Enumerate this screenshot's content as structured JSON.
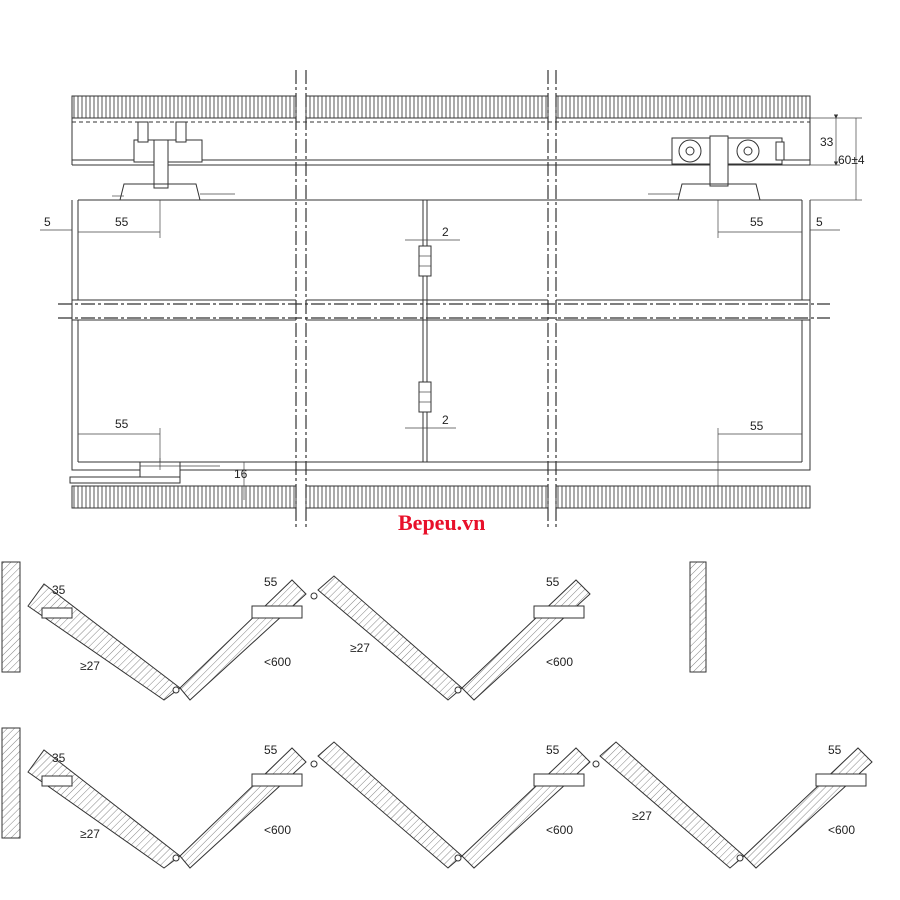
{
  "watermark": "Bepeu.vn",
  "elevation": {
    "dims": {
      "d33": "33",
      "d60": "60±4",
      "d5_left": "5",
      "d5_right": "5",
      "d55_top_left": "55",
      "d55_top_right": "55",
      "d55_bot_left": "55",
      "d55_bot_right": "55",
      "d2_top": "2",
      "d2_bot": "2",
      "d16": "16"
    }
  },
  "plan1": {
    "d35": "35",
    "d55_a": "55",
    "d55_b": "55",
    "ge27_a": "≥27",
    "ge27_b": "≥27",
    "lt600_a": "<600",
    "lt600_b": "<600"
  },
  "plan2": {
    "d35": "35",
    "d55_a": "55",
    "d55_b": "55",
    "d55_c": "55",
    "ge27_a": "≥27",
    "ge27_b": "≥27",
    "lt600_a": "<600",
    "lt600_b": "<600",
    "lt600_c": "<600"
  },
  "colors": {
    "line": "#333333",
    "watermark": "#e8102a",
    "hatch": "#555555"
  }
}
